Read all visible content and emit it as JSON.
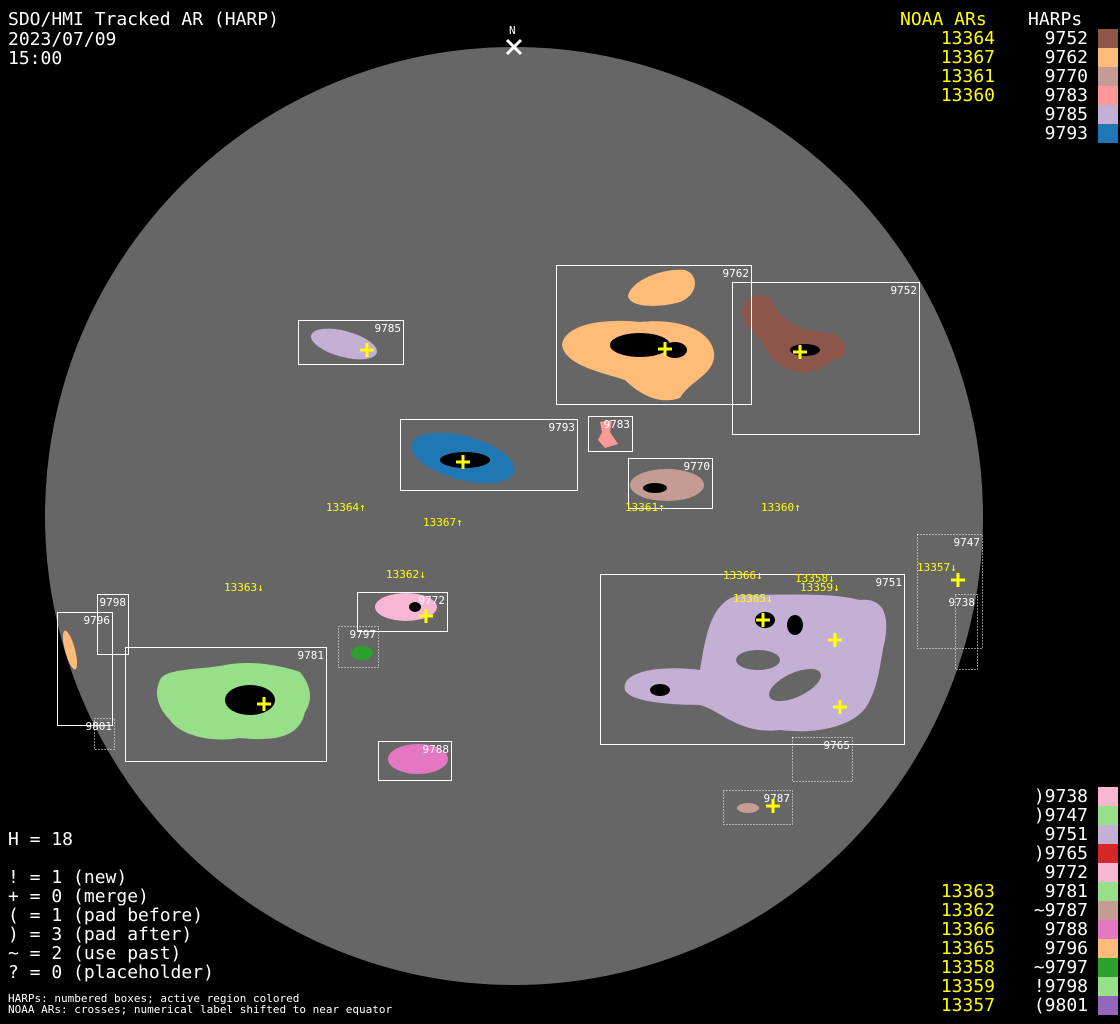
{
  "header": {
    "title": "SDO/HMI Tracked AR (HARP)",
    "date": "2023/07/09",
    "time": "15:00",
    "north_label": "N"
  },
  "top_legend": {
    "noaa_header": "NOAA ARs",
    "harp_header": "HARPs",
    "rows": [
      {
        "noaa": "13364",
        "harp": "9752",
        "color": "#8c564b"
      },
      {
        "noaa": "13367",
        "harp": "9762",
        "color": "#ffbb78"
      },
      {
        "noaa": "13361",
        "harp": "9770",
        "color": "#c49c94"
      },
      {
        "noaa": "13360",
        "harp": "9783",
        "color": "#ff9896"
      },
      {
        "noaa": "",
        "harp": "9785",
        "color": "#c5b0d5"
      },
      {
        "noaa": "",
        "harp": "9793",
        "color": "#1f77b4"
      }
    ]
  },
  "bottom_legend": {
    "rows": [
      {
        "noaa": "",
        "harp": ")9738",
        "color": "#f7b6d2"
      },
      {
        "noaa": "",
        "harp": ")9747",
        "color": "#98df8a"
      },
      {
        "noaa": "",
        "harp": "9751",
        "color": "#c5b0d5"
      },
      {
        "noaa": "",
        "harp": ")9765",
        "color": "#d62728"
      },
      {
        "noaa": "",
        "harp": "9772",
        "color": "#f7b6d2"
      },
      {
        "noaa": "13363",
        "harp": "9781",
        "color": "#98df8a"
      },
      {
        "noaa": "13362",
        "harp": "~9787",
        "color": "#c49c94"
      },
      {
        "noaa": "13366",
        "harp": "9788",
        "color": "#e377c2"
      },
      {
        "noaa": "13365",
        "harp": "9796",
        "color": "#ffbb78"
      },
      {
        "noaa": "13358",
        "harp": "~9797",
        "color": "#2ca02c"
      },
      {
        "noaa": "13359",
        "harp": "!9798",
        "color": "#98df8a"
      },
      {
        "noaa": "13357",
        "harp": "(9801",
        "color": "#9467bd"
      }
    ]
  },
  "stats": {
    "h_count": "H = 18",
    "lines": [
      "! = 1 (new)",
      "+ = 0 (merge)",
      "( = 1 (pad before)",
      ") = 3 (pad after)",
      "~ = 2 (use past)",
      "? = 0 (placeholder)"
    ]
  },
  "footnotes": [
    "HARPs: numbered boxes; active region colored",
    "NOAA ARs: crosses; numerical label shifted to near equator"
  ],
  "harp_boxes": [
    "9762",
    "9752",
    "9785",
    "9793",
    "9783",
    "9770",
    "9751",
    "9747",
    "9738",
    "9772",
    "9797",
    "9781",
    "9796",
    "9798",
    "9801",
    "9788",
    "9765",
    "9787"
  ],
  "noaa_labels": [
    "13364↑",
    "13367↑",
    "13361↑",
    "13360↑",
    "13363↓",
    "13362↓",
    "13366↓",
    "13358↓",
    "13359↓",
    "13365↓",
    "13357↓"
  ],
  "colors": {
    "disk": "#666666",
    "noaa": "#ffff00",
    "box": "#ffffff"
  }
}
